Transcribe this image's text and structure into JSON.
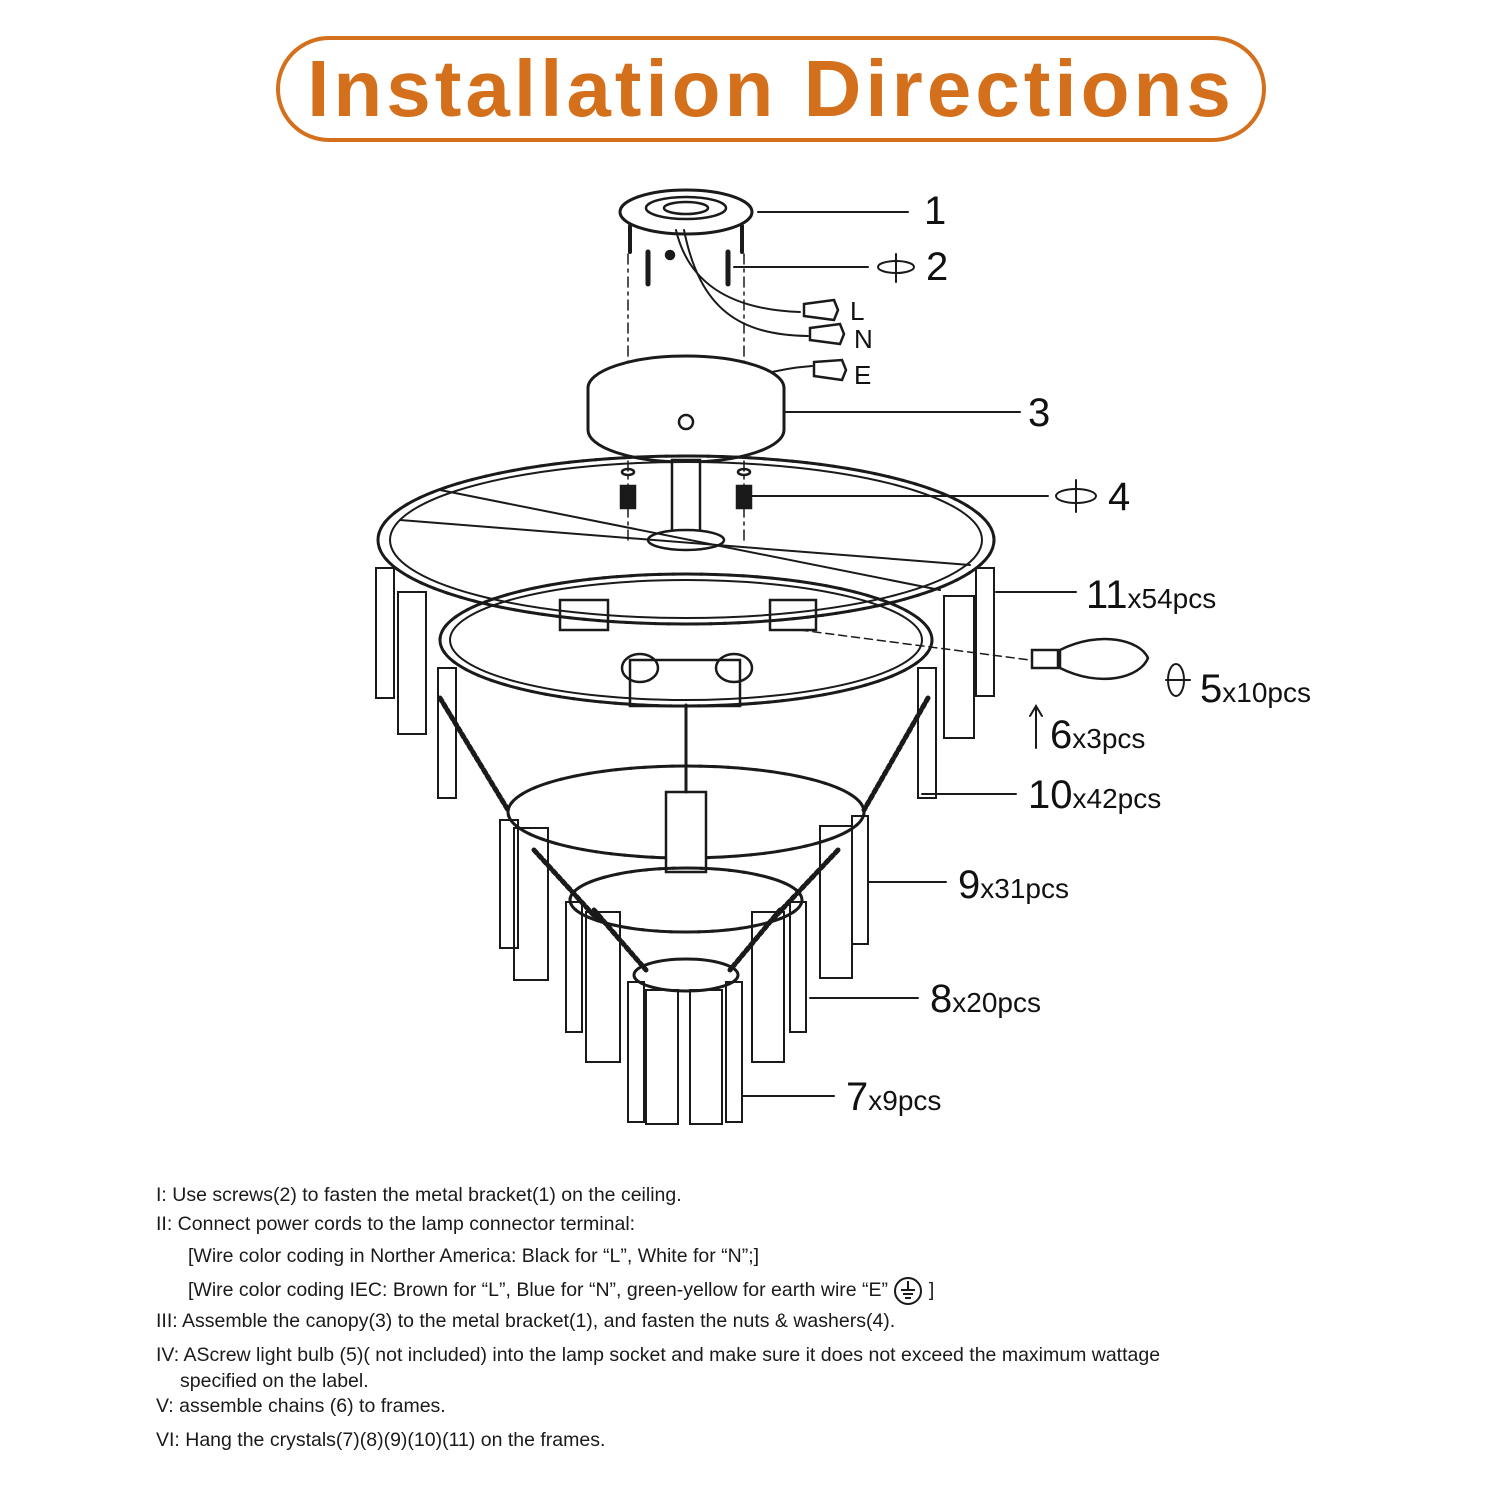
{
  "title": "Installation Directions",
  "colors": {
    "accent": "#d4701c",
    "line": "#1a1a1a"
  },
  "wire_labels": [
    "L",
    "N",
    "E"
  ],
  "parts": [
    {
      "num": "1",
      "qty": ""
    },
    {
      "num": "2",
      "qty": ""
    },
    {
      "num": "3",
      "qty": ""
    },
    {
      "num": "4",
      "qty": ""
    },
    {
      "num": "11",
      "qty": "x54pcs"
    },
    {
      "num": "5",
      "qty": "x10pcs"
    },
    {
      "num": "6",
      "qty": "x3pcs"
    },
    {
      "num": "10",
      "qty": "x42pcs"
    },
    {
      "num": "9",
      "qty": "x31pcs"
    },
    {
      "num": "8",
      "qty": "x20pcs"
    },
    {
      "num": "7",
      "qty": "x9pcs"
    }
  ],
  "instructions": [
    "I:  Use screws(2) to fasten the metal bracket(1) on the ceiling.",
    "II: Connect power cords to the lamp connector terminal:",
    "[Wire color coding in Norther America: Black for “L”, White for “N”;]",
    "[Wire color coding IEC: Brown for “L”, Blue for “N”, green-yellow for earth wire “E”",
    "]",
    "III: Assemble the canopy(3) to the metal bracket(1), and fasten the nuts & washers(4).",
    "IV: AScrew light bulb (5)( not included) into the lamp socket and make sure it does not exceed the maximum wattage",
    "specified on the label.",
    "V: assemble chains (6) to frames.",
    "VI: Hang the crystals(7)(8)(9)(10)(11) on the frames."
  ]
}
